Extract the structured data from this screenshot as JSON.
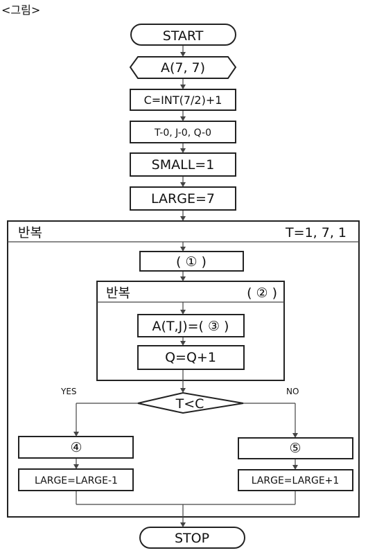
{
  "figure_caption": "<그림>",
  "nodes": {
    "start": "START",
    "input": "A(7, 7)",
    "compute_c": "C=INT(7/2)+1",
    "init_vars": "T-0, J-0, Q-0",
    "small_init": "SMALL=1",
    "large_init": "LARGE=7",
    "outer_loop_label": "반복",
    "outer_loop_range": "T=1, 7, 1",
    "blank1": "( ① )",
    "inner_loop_label": "반복",
    "blank2": "( ② )",
    "assign": "A(T,J)=( ③ )",
    "increment_q": "Q=Q+1",
    "decision": "T<C",
    "yes_label": "YES",
    "no_label": "NO",
    "blank4": "④",
    "blank5": "⑤",
    "large_dec": "LARGE=LARGE-1",
    "large_inc": "LARGE=LARGE+1",
    "stop": "STOP"
  }
}
